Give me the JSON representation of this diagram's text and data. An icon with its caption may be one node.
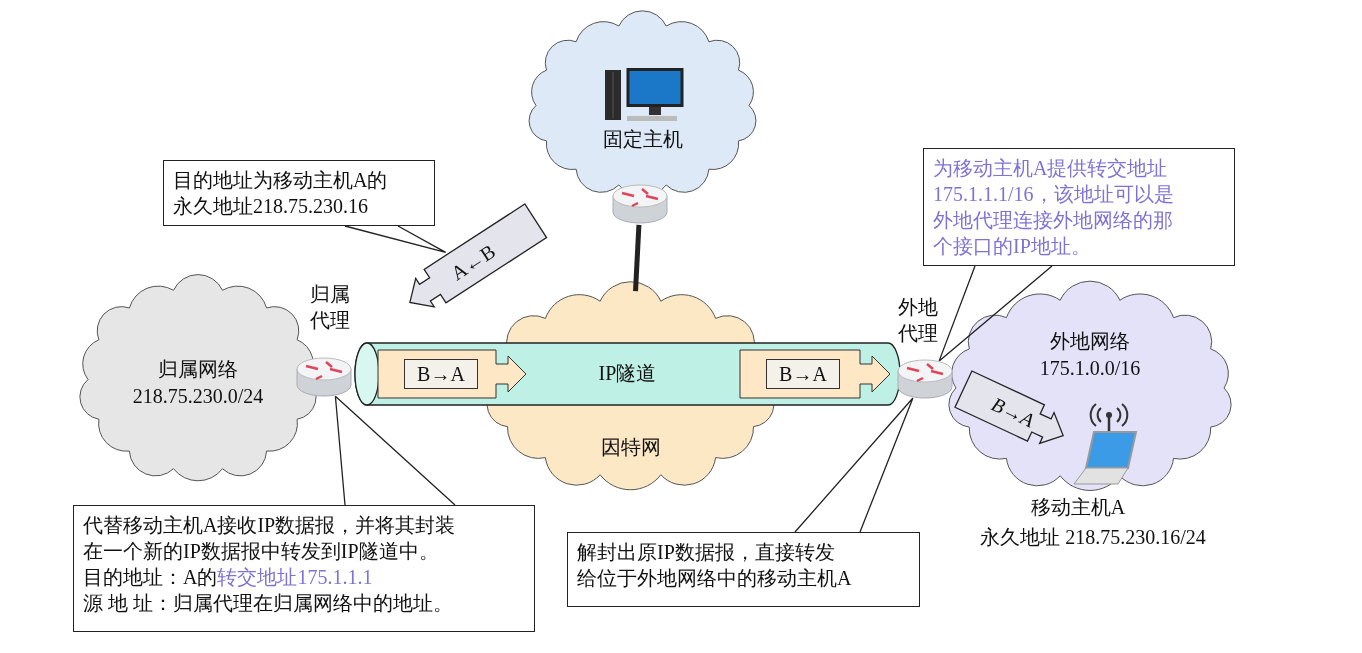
{
  "diagram": {
    "nodes": [
      {
        "text": [
          "固定主机"
        ]
      },
      {
        "text": [],
        "shape": "picture"
      },
      {
        "text": [
          "目的地址为移动主机A的永久地址218.75.230.16"
        ]
      },
      {
        "text": [
          "A←B"
        ]
      },
      {
        "text": [
          "归属网络",
          "218.75.230.0/24"
        ]
      },
      {
        "text": [],
        "shape": "picture"
      },
      {
        "text": [
          "因特网"
        ]
      },
      {
        "text": [
          "IP隧道"
        ]
      },
      {
        "text": [
          "B→A"
        ],
        "in": 7
      },
      {
        "text": [
          "B→A"
        ],
        "in": 7
      },
      {
        "text": [],
        "shape": "picture",
        "beside": [
          "外地代理"
        ]
      },
      {
        "text": [
          "外地网络",
          "175.1.0.0/16"
        ]
      },
      {
        "text": [
          "B→A"
        ],
        "in": 11
      },
      {
        "text": [],
        "shape": "picture",
        "in": 11,
        "beside": [
          "移动主机A",
          "永久地址 218.75.230.16/24"
        ]
      },
      {
        "text": [
          "为移动主机A提供转交地址175.1.1.1/16，该地址可以是外地代理连接外地网络的那个接口的IP地址。"
        ]
      },
      {
        "text": [
          "代替移动主机A接收IP数据报，并将其封装在一个新的IP数据报中转发到IP隧道中。",
          "目的地址：A的",
          "转交地址175.1.1.1",
          "源 地 址：归属代理在归属网络中的地址。"
        ]
      },
      {
        "text": [
          "解封出原IP数据报，直接转发给位于外地网络中的移动主机A"
        ]
      }
    ],
    "edges": [
      {
        "from": 1,
        "to": 6,
        "arrow": "none",
        "style": "thick"
      },
      {
        "from": 2,
        "to": 3,
        "arrow": "none"
      },
      {
        "from": 14,
        "to": 10,
        "arrow": "none"
      },
      {
        "from": 15,
        "to": 5,
        "arrow": "none"
      },
      {
        "from": 16,
        "to": 10,
        "arrow": "none"
      }
    ],
    "labels": [
      "归属代理"
    ]
  }
}
